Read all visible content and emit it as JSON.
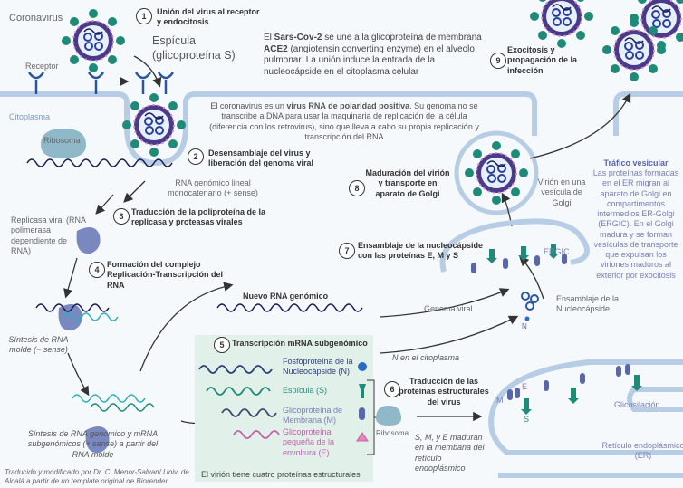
{
  "labels": {
    "coronavirus": "Coronavirus",
    "receptor": "Receptor",
    "citoplasma": "Citoplasma",
    "espicula": "Espícula",
    "espicula_sub": "(glicoproteína S)",
    "ribosoma": "Ribosoma",
    "rna_genomico": "RNA genómico lineal monocatenario (+ sense)",
    "replicasa": "Replicasa viral (RNA polimerasa dependiente de RNA)",
    "sintesis_molde": "Síntesis de RNA molde  (− sense)",
    "sintesis_genomico": "Síntesis de RNA genómico y mRNA subgenómicos (+ sense) a partir del RNA molde",
    "credit": "Traducido y modificado por Dr. C. Menor-Salvan/ Univ. de Alcalá a partir de  un template  original de Biorender",
    "nuevo_rna": "Nuevo RNA genómico",
    "genoma_viral": "Genoma viral",
    "ensamblaje_nc": "Ensamblaje de la Nucleocápside",
    "n_label": "N",
    "n_citoplasma": "N en el citoplasma",
    "ribosoma2": "Ribosoma",
    "maduran": "S, M, y E maduran en la membana del retículo endoplásmico",
    "ergic": "ERGIC",
    "virion_vesicula": "Virión en una vesícula de Golgi",
    "glicosilacion": "Glicosilación",
    "reticulo": "Retículo endoplásmico (ER)",
    "m": "M",
    "e": "E",
    "s": "S"
  },
  "info": {
    "sars_pre": "El ",
    "sars_bold": "Sars-Cov-2",
    "sars_mid": " se une a la glicoproteína de membrana ",
    "ace2": "ACE2",
    "sars_post": " (angiotensin converting enzyme) en el alveolo pulmonar. La unión induce la entrada de la nucleocápside en el citoplasma celular",
    "rna_pre": "El coronavirus es un ",
    "rna_bold": "virus RNA de polaridad positiva",
    "rna_post": ". Su genoma no se transcribe a DNA para usar la maquinaria de replicación de la célula (diferencia con los retrovirus), sino que lleva a cabo su propia replicación y transcripción del RNA",
    "trafico_title": "Tráfico vesicular",
    "trafico_body": "Las proteínas formadas en el ER migran al aparato de Golgi en compartimentos intermedios ER-Golgi (ERGIC). En el Golgi madura y se forman vesículas de transporte que expulsan los viriones maduros al exterior por exocitosis"
  },
  "steps": [
    {
      "n": "1",
      "text": "Unión del virus al receptor y endocitosis"
    },
    {
      "n": "2",
      "text": "Desensamblaje del virus y liberación del genoma viral"
    },
    {
      "n": "3",
      "text": "Traducción de la poliproteína de la replicasa y proteasas virales"
    },
    {
      "n": "4",
      "text": "Formación del complejo Replicación-Transcripción del RNA"
    },
    {
      "n": "5",
      "text": "Transcripción mRNA subgenómico"
    },
    {
      "n": "6",
      "text": "Traducción de las proteínas estructurales del virus"
    },
    {
      "n": "7",
      "text": "Ensamblaje de la nucleocápside con las proteínas E, M y S"
    },
    {
      "n": "8",
      "text": "Maduración del virión y transporte en aparato de Golgi"
    },
    {
      "n": "9",
      "text": "Exocitosis y propagación de la infección"
    }
  ],
  "box5": {
    "items": [
      {
        "label": "Fosfoproteína de la Nucleocápside (N)",
        "color": "#2a3f7a"
      },
      {
        "label": "Espícula (S)",
        "color": "#1f8a78"
      },
      {
        "label": "Glicoproteína de Membrana (M)",
        "color": "#5a66a8"
      },
      {
        "label": "Glicoproteína pequeña de la envoltura (E)",
        "color": "#c062a8"
      }
    ],
    "footer": "El virión tiene cuatro proteínas estructurales"
  },
  "colors": {
    "membrane": "#b7cde6",
    "spike": "#1f8a78",
    "capsid": "#4a3a8a",
    "box5_bg": "#e2f0ea"
  }
}
